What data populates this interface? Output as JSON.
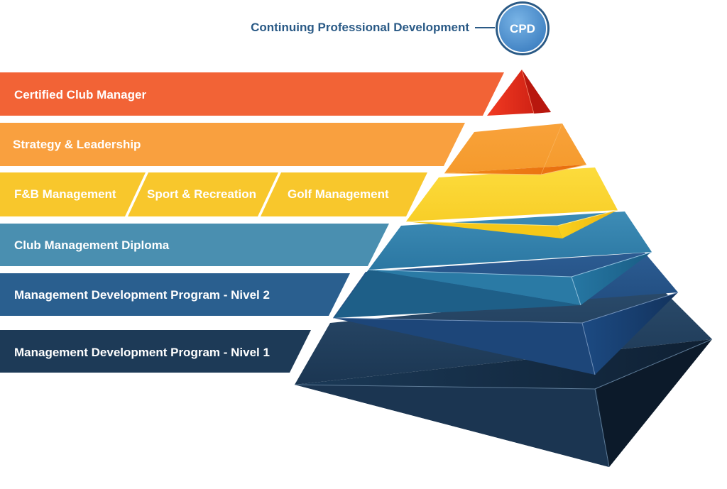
{
  "cpd": {
    "description": "Continuing Professional Development",
    "badge": "CPD"
  },
  "levels": [
    {
      "labels": [
        "Certified Club Manager"
      ],
      "color": "#f26336"
    },
    {
      "labels": [
        "Strategy &  Leadership"
      ],
      "color": "#f9a03f"
    },
    {
      "labels": [
        "F&B Management",
        "Sport & Recreation",
        "Golf Management"
      ],
      "color": "#f8c72c"
    },
    {
      "labels": [
        "Club Management Diploma"
      ],
      "color": "#4a8fb0"
    },
    {
      "labels": [
        "Management Development Program - Nivel 2"
      ],
      "color": "#2a5f8f"
    },
    {
      "labels": [
        "Management Development Program - Nivel 1"
      ],
      "color": "#1d3a57"
    }
  ],
  "pyramid_colors": [
    "#e02a1a",
    "#f07c16",
    "#f5c61a",
    "#1f6f99",
    "#183f73",
    "#142a40"
  ],
  "icons": {
    "cpd_badge": "circle-badge"
  }
}
